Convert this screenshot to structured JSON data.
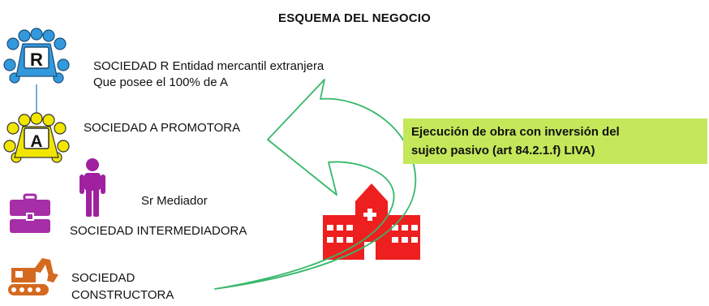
{
  "title": "ESQUEMA DEL NEGOCIO",
  "nodes": {
    "sociedad_r": {
      "badge": "R",
      "line1": "SOCIEDAD R Entidad mercantil extranjera",
      "line2": "Que posee el 100% de A"
    },
    "sociedad_a": {
      "badge": "A",
      "label": "SOCIEDAD A PROMOTORA"
    },
    "mediador": {
      "label": "Sr Mediador"
    },
    "intermediadora": {
      "label": "SOCIEDAD INTERMEDIADORA"
    },
    "constructora": {
      "line1": "SOCIEDAD",
      "line2": "CONSTRUCTORA"
    }
  },
  "callout": {
    "line1": "Ejecución de obra con inversión del",
    "line2": "sujeto pasivo (art 84.2.1.f) LIVA)"
  },
  "colors": {
    "r_icon": "#3399dd",
    "a_icon": "#f2e600",
    "person": "#a020a0",
    "briefcase": "#a62ea6",
    "excavator": "#d4691f",
    "hospital": "#ee1f1f",
    "arrow_stroke": "#36b86a",
    "callout_bg": "#c4e85a"
  },
  "icons": [
    "group-table-r-icon",
    "group-table-a-icon",
    "person-icon",
    "briefcase-icon",
    "hospital-icon",
    "excavator-icon",
    "curved-arrow"
  ]
}
